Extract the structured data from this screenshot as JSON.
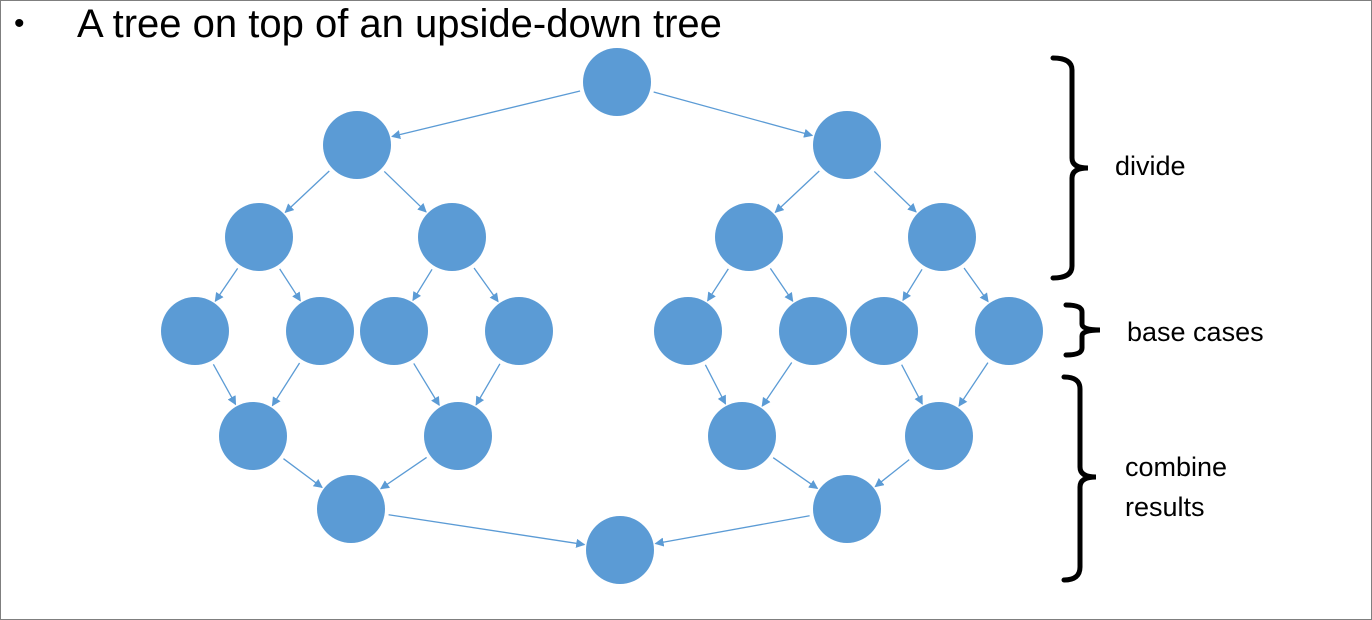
{
  "slide": {
    "bullet": "•",
    "title": "A tree on top of an upside-down tree"
  },
  "labels": {
    "divide": "divide",
    "base_cases": "base cases",
    "combine_line1": "combine",
    "combine_line2": "results"
  },
  "colors": {
    "node_fill": "#5b9bd5",
    "edge": "#5b9bd5",
    "bracket": "#000000"
  }
}
